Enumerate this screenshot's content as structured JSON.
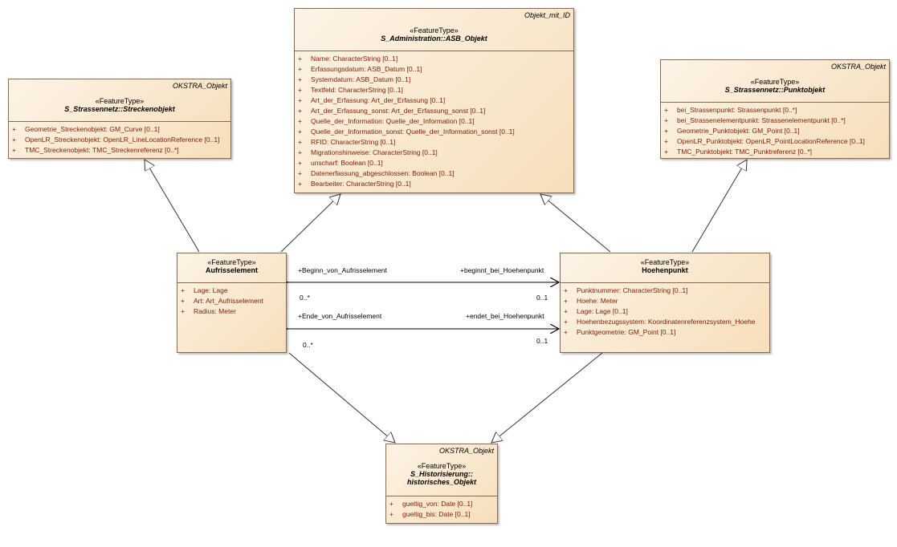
{
  "classes": {
    "strecke": {
      "tag": "OKSTRA_Objekt",
      "stereotype": "«FeatureType»",
      "name": "S_Strassennetz::Streckenobjekt",
      "attrs": [
        "Geometrie_Streckenobjekt: GM_Curve [0..1]",
        "OpenLR_Streckenobjekt: OpenLR_LineLocationReference [0..1]",
        "TMC_Streckenobjekt: TMC_Streckenreferenz [0..*]"
      ]
    },
    "asb": {
      "tag": "Objekt_mit_ID",
      "stereotype": "«FeatureType»",
      "name": "S_Administration::ASB_Objekt",
      "attrs": [
        "Name: CharacterString [0..1]",
        "Erfassungsdatum: ASB_Datum [0..1]",
        "Systemdatum: ASB_Datum [0..1]",
        "Textfeld: CharacterString [0..1]",
        "Art_der_Erfassung: Art_der_Erfassung [0..1]",
        "Art_der_Erfassung_sonst: Art_der_Erfassung_sonst [0..1]",
        "Quelle_der_Information: Quelle_der_Information [0..1]",
        "Quelle_der_Information_sonst: Quelle_der_Information_sonst [0..1]",
        "RFID: CharacterString [0..1]",
        "Migrationshinweise: CharacterString [0..1]",
        "unscharf: Boolean [0..1]",
        "Datenerfassung_abgeschlossen: Boolean [0..1]",
        "Bearbeiter: CharacterString [0..1]"
      ]
    },
    "punkt": {
      "tag": "OKSTRA_Objekt",
      "stereotype": "«FeatureType»",
      "name": "S_Strassennetz::Punktobjekt",
      "attrs": [
        "bei_Strassenpunkt: Strassenpunkt [0..*]",
        "bei_Strassenelementpunkt: Strassenelementpunkt [0..*]",
        "Geometrie_Punktobjekt: GM_Point [0..1]",
        "OpenLR_Punktobjekt: OpenLR_PointLocationReference [0..1]",
        "TMC_Punktobjekt: TMC_Punktreferenz [0..*]"
      ]
    },
    "aufriss": {
      "stereotype": "«FeatureType»",
      "name": "Aufrisselement",
      "attrs": [
        "Lage: Lage",
        "Art: Art_Aufrisselement",
        "Radius: Meter"
      ]
    },
    "hoehen": {
      "stereotype": "«FeatureType»",
      "name": "Hoehenpunkt",
      "attrs": [
        "Punktnummer: CharacterString [0..1]",
        "Hoehe: Meter",
        "Lage: Lage [0..1]",
        "Hoehenbezugssystem: Koordinatenreferenzsystem_Hoehe",
        "Punktgeometrie: GM_Point [0..1]"
      ]
    },
    "hist": {
      "tag": "OKSTRA_Objekt",
      "stereotype": "«FeatureType»",
      "name1": "S_Historisierung::",
      "name2": "historisches_Objekt",
      "attrs": [
        "gueltig_von: Date [0..1]",
        "gueltig_bis: Date [0..1]"
      ]
    }
  },
  "plus": "+",
  "assoc": {
    "beginn_role": "+Beginn_von_Aufrisselement",
    "beginnt_role": "+beginnt_bei_Hoehenpunkt",
    "beginn_mult_left": "0..*",
    "beginn_mult_right": "0..1",
    "ende_role": "+Ende_von_Aufrisselement",
    "endet_role": "+endet_bei_Hoehenpunkt",
    "ende_mult_left": "0..*",
    "ende_mult_right": "0..1"
  }
}
